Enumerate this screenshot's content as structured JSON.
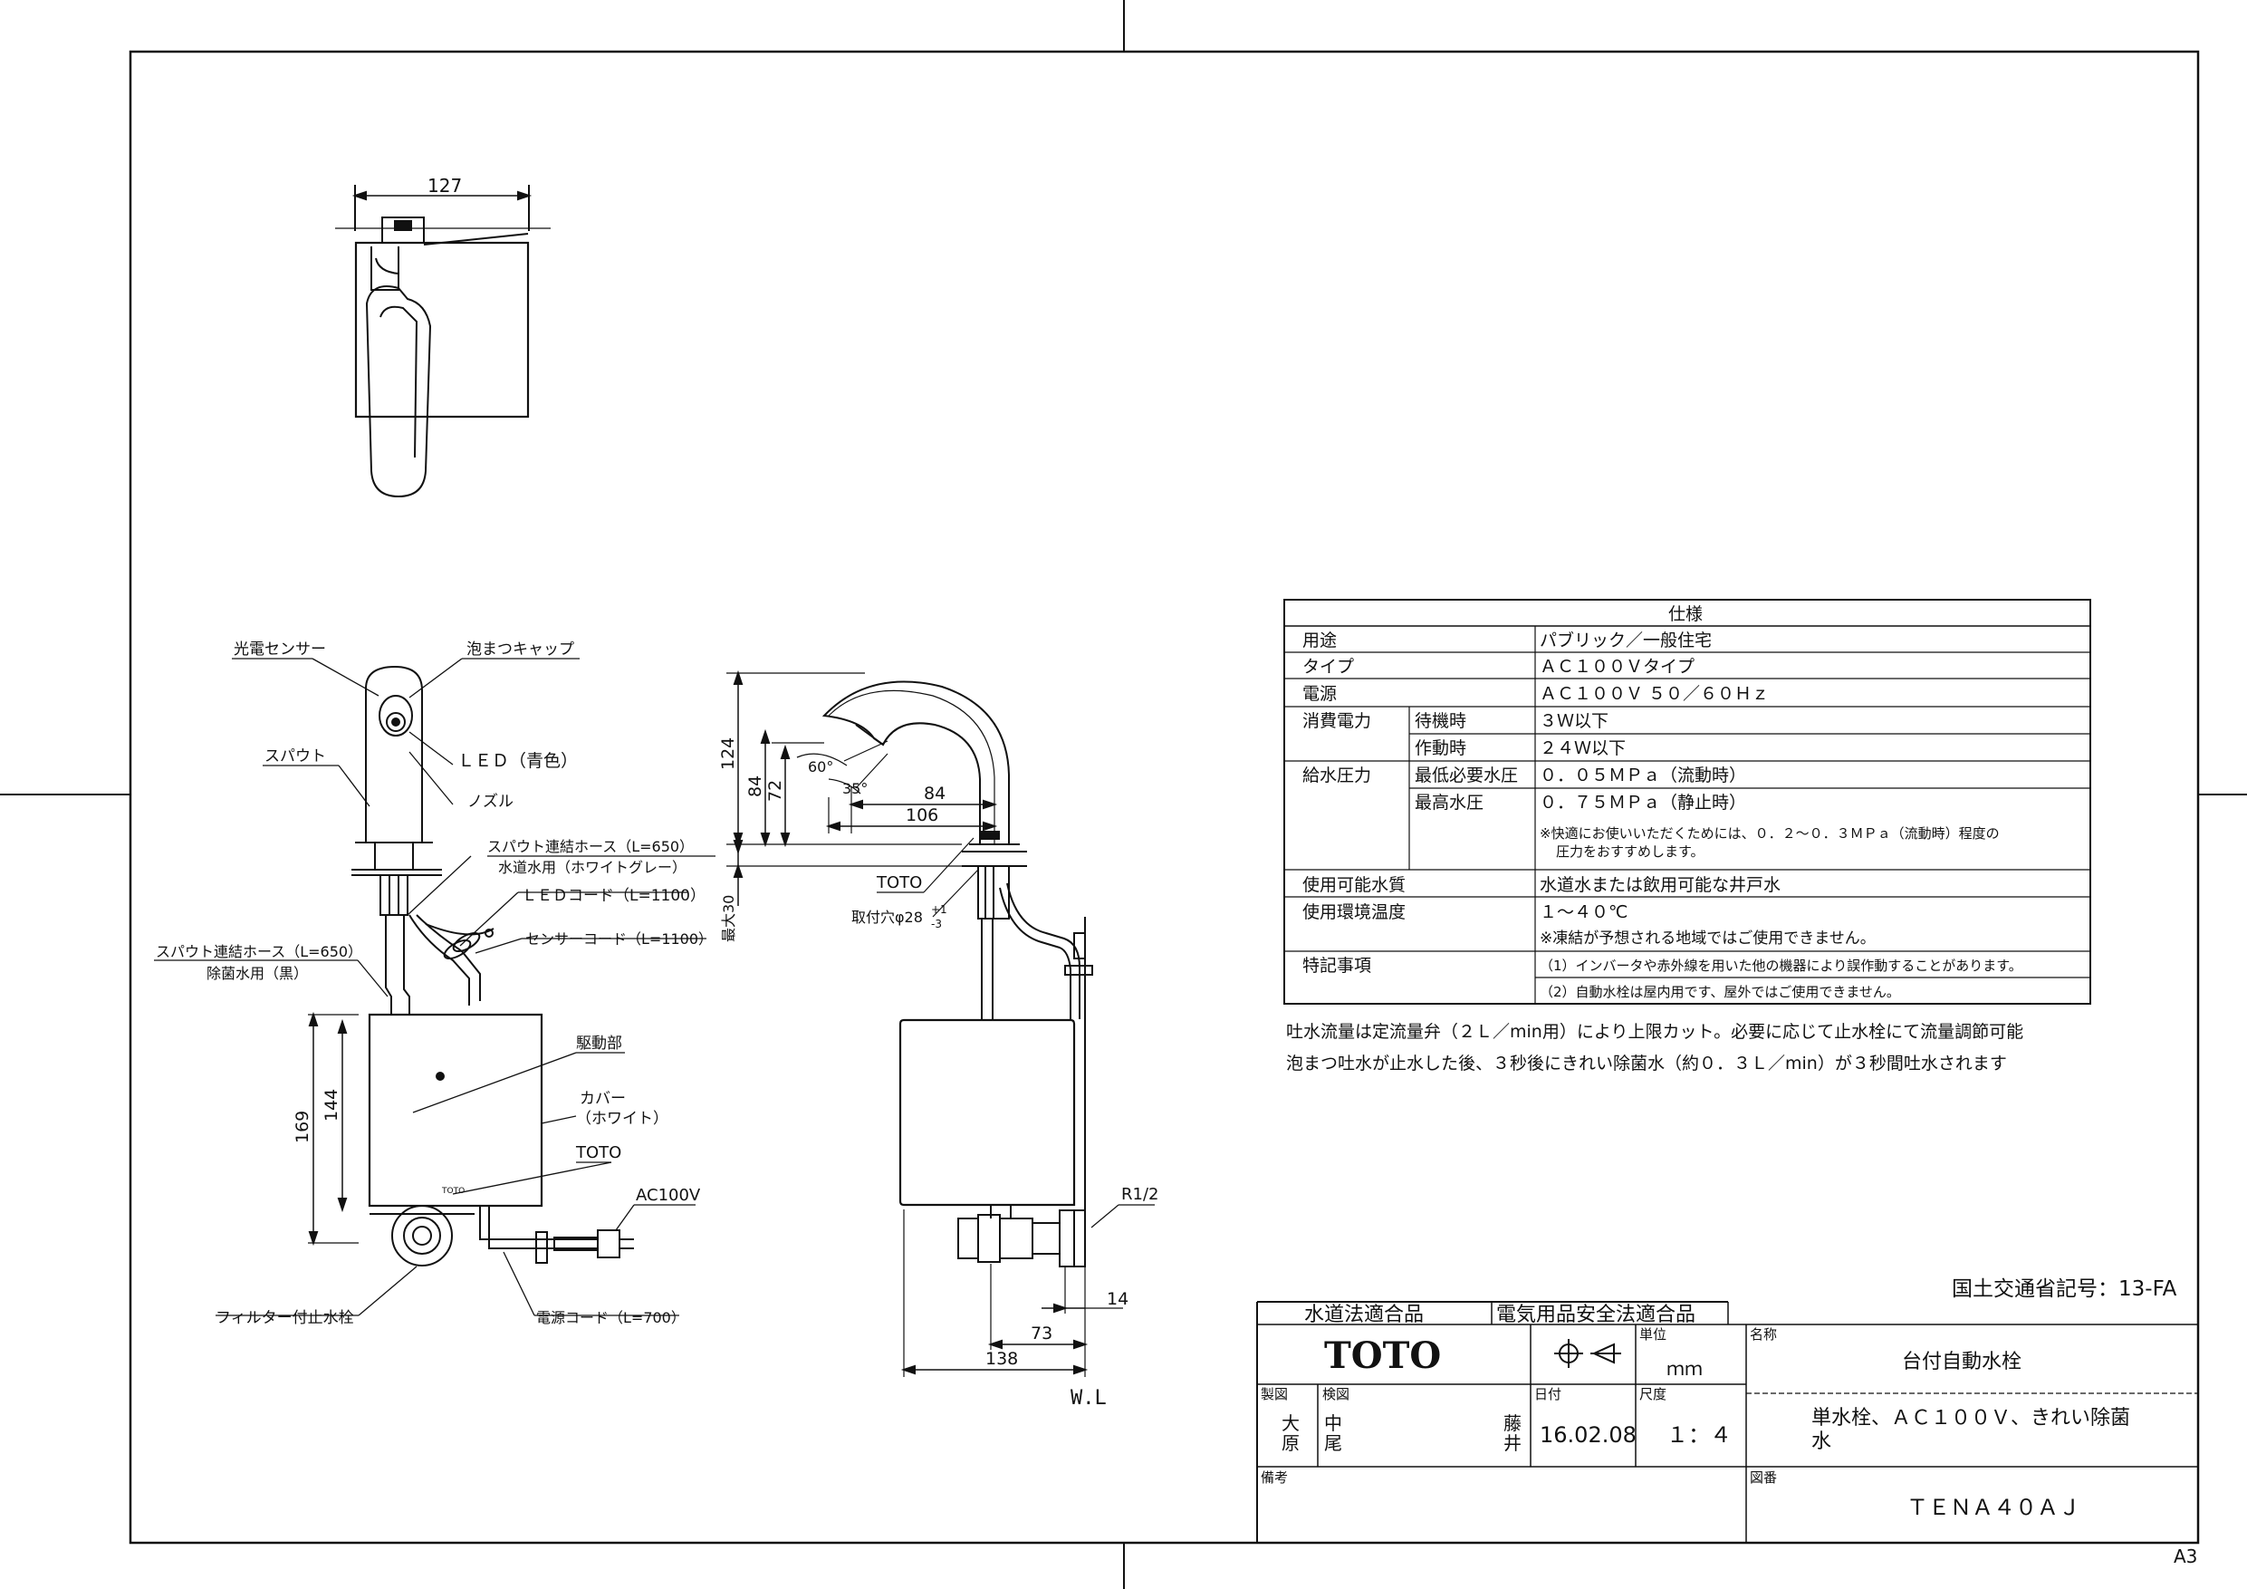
{
  "sheet": {
    "size_code": "A3"
  },
  "top_view": {
    "dim_width": "127"
  },
  "front_view": {
    "labels": {
      "photo_sensor": "光電センサー",
      "foam_cap": "泡まつキャップ",
      "spout": "スパウト",
      "led": "ＬＥＤ（青色）",
      "nozzle": "ノズル",
      "spout_hose_water_1": "スパウト連結ホース（L=650）",
      "spout_hose_water_2": "水道水用（ホワイトグレー）",
      "led_cord": "ＬＥＤコード（L=1100）",
      "sensor_cord": "センサーコード（L=1100）",
      "spout_hose_steril_1": "スパウト連結ホース（L=650）",
      "spout_hose_steril_2": "除菌水用（黒）",
      "drive_unit": "駆動部",
      "cover_1": "カバー",
      "cover_2": "（ホワイト）",
      "brand_mark": "TOTO",
      "ac100v": "AC100V",
      "filter_valve": "フィルター付止水栓",
      "power_cord": "電源コード（L=700）",
      "box_logo": "TOTO"
    },
    "dims": {
      "d169": "169",
      "d144": "144"
    }
  },
  "side_view": {
    "labels": {
      "toto": "TOTO",
      "mount_hole": "取付穴φ28",
      "tol_plus": "+1",
      "tol_minus": "-3",
      "r12": "R1/2",
      "wl": "W.L"
    },
    "dims": {
      "d124": "124",
      "d84v": "84",
      "d72": "72",
      "a60": "60°",
      "a35": "35°",
      "d84h": "84",
      "d106": "106",
      "max30": "最大30",
      "d14": "14",
      "d73": "73",
      "d138": "138"
    }
  },
  "spec_table": {
    "title": "仕様",
    "rows": [
      {
        "label": "用途",
        "sub": "",
        "value": "パブリック／一般住宅"
      },
      {
        "label": "タイプ",
        "sub": "",
        "value": "ＡＣ１００Ｖタイプ"
      },
      {
        "label": "電源",
        "sub": "",
        "value": "ＡＣ１００Ｖ ５０／６０Ｈｚ"
      },
      {
        "label": "消費電力",
        "sub": "待機時",
        "value": "３Ｗ以下"
      },
      {
        "label": "",
        "sub": "作動時",
        "value": "２４Ｗ以下"
      },
      {
        "label": "給水圧力",
        "sub": "最低必要水圧",
        "value": "０．０５ＭＰａ（流動時）"
      },
      {
        "label": "",
        "sub": "最高水圧",
        "value": "０．７５ＭＰａ（静止時）"
      },
      {
        "label": "",
        "sub": "",
        "value": "※快適にお使いいただくためには、０．２〜０．３ＭＰａ（流動時）程度の",
        "value2": "圧力をおすすめします。"
      },
      {
        "label": "使用可能水質",
        "sub": "",
        "value": "水道水または飲用可能な井戸水"
      },
      {
        "label": "使用環境温度",
        "sub": "",
        "value": "１〜４０℃"
      },
      {
        "label": "",
        "sub": "",
        "value": "※凍結が予想される地域ではご使用できません。"
      },
      {
        "label": "特記事項",
        "sub": "",
        "value": "（1）インバータや赤外線を用いた他の機器により誤作動することがあります。"
      },
      {
        "label": "",
        "sub": "",
        "value": "（2）自動水栓は屋内用です、屋外ではご使用できません。"
      }
    ]
  },
  "notes": [
    "吐水流量は定流量弁（２Ｌ／min用）により上限カット。必要に応じて止水栓にて流量調節可能",
    "泡まつ吐水が止水した後、３秒後にきれい除菌水（約０．３Ｌ／min）が３秒間吐水されます"
  ],
  "mlit_code": "国土交通省記号：13-FA",
  "title_block": {
    "cert_water": "水道法適合品",
    "cert_electric": "電気用品安全法適合品",
    "logo": "TOTO",
    "unit_label": "単位",
    "unit_value": "ｍｍ",
    "name_label": "名称",
    "product_name": "台付自動水栓",
    "drawn_label": "製図",
    "drawn_by_1": "大",
    "drawn_by_2": "原",
    "checked_label": "検図",
    "checked_by_a1": "中",
    "checked_by_a2": "尾",
    "checked_by_b1": "藤",
    "checked_by_b2": "井",
    "date_label": "日付",
    "date_value": "16.02.08",
    "scale_label": "尺度",
    "scale_value": "１：４",
    "desc_line1": "単水栓、ＡＣ１００Ｖ、きれい除菌",
    "desc_line2": "水",
    "remarks_label": "備考",
    "drawing_no_label": "図番",
    "drawing_no": "ＴＥＮＡ４０ＡＪ"
  }
}
